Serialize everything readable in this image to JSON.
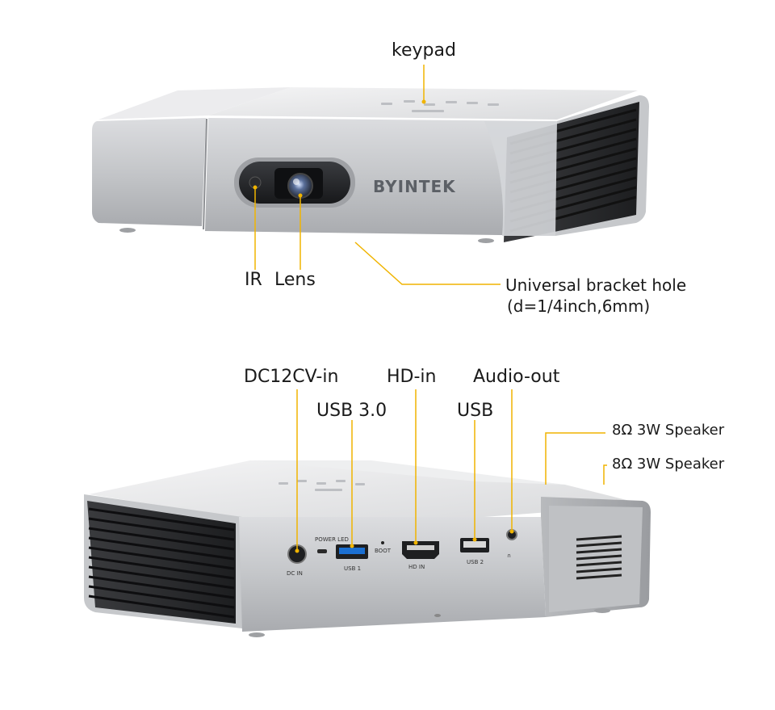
{
  "top_callouts": {
    "keypad": "keypad",
    "ir": "IR",
    "lens": "Lens",
    "bracket_line1": "Universal bracket hole",
    "bracket_line2": "(d=1/4inch,6mm)"
  },
  "bottom_callouts": {
    "dc_in": "DC12CV-in",
    "hd_in": "HD-in",
    "audio_out": "Audio-out",
    "usb3": "USB 3.0",
    "usb": "USB",
    "speaker_1": "8Ω 3W Speaker",
    "speaker_2": "8Ω 3W Speaker"
  },
  "device_text": {
    "brand": "BYINTEK",
    "dc_port": "DC IN",
    "power_led": "POWER LED",
    "usb1_port": "USB 1",
    "boot": "BOOT",
    "hd_port": "HD IN",
    "usb2_port": "USB 2"
  },
  "colors": {
    "callout_line": "#f0b400",
    "body_silver": "#c9cbce",
    "vent_dark": "#2a2a2c"
  }
}
